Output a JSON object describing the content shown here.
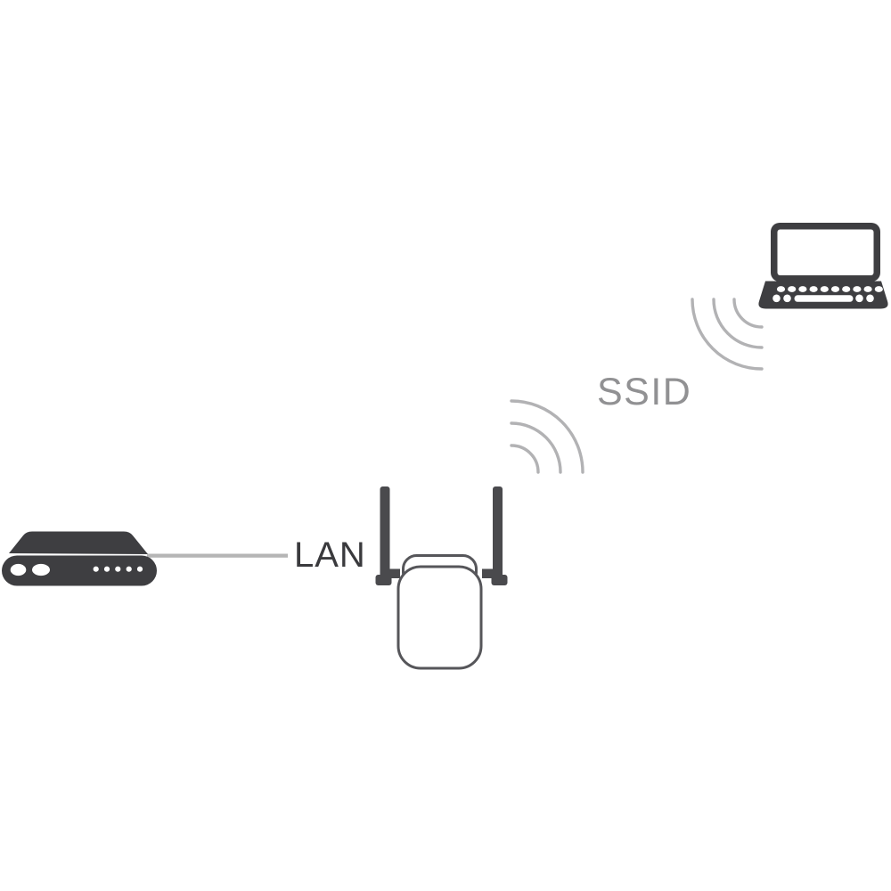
{
  "diagram": {
    "labels": {
      "lan": "LAN",
      "ssid": "SSID"
    },
    "icons": [
      "router-icon",
      "lan-cable-line",
      "range-extender-icon",
      "extender-wifi-waves-icon",
      "laptop-wifi-waves-icon",
      "laptop-icon"
    ],
    "colors": {
      "background": "#ffffff",
      "device_dark": "#3e3e41",
      "antenna_dark": "#4a4a4d",
      "outline": "#56565a",
      "wave_gray": "#b2b2b4",
      "lan_line": "#b5b5b5",
      "lan_text": "#3a3a3d",
      "ssid_text": "#919193"
    }
  }
}
